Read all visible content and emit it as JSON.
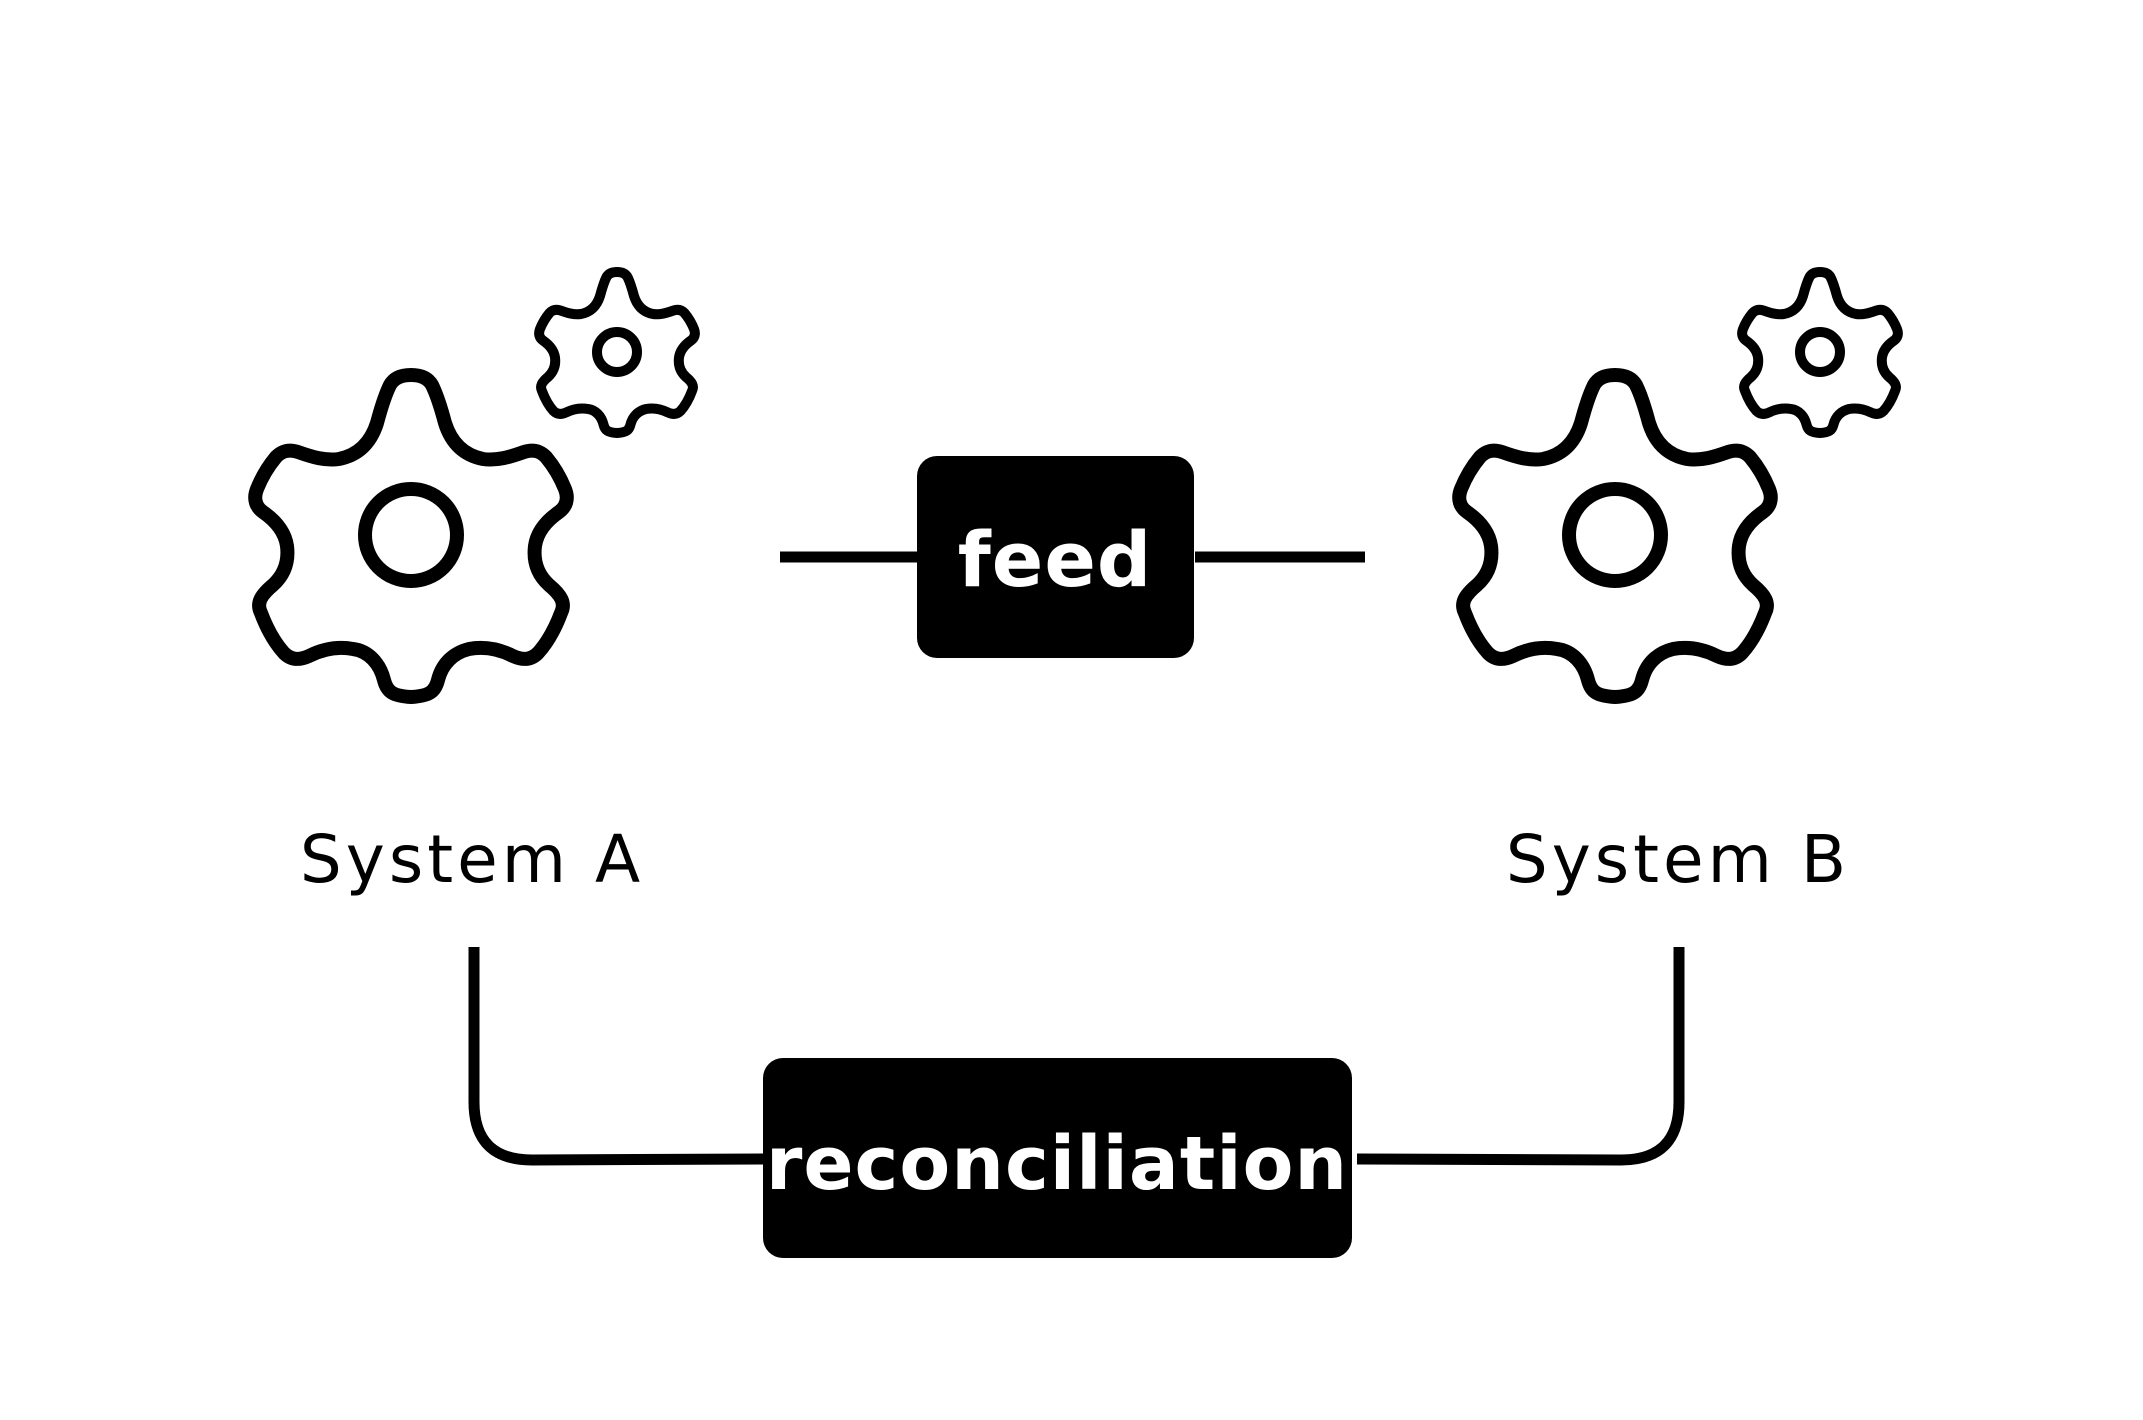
{
  "system_a": {
    "label": "System A",
    "icon": "gears-icon"
  },
  "system_b": {
    "label": "System B",
    "icon": "gears-icon"
  },
  "feed_box": {
    "label": "feed"
  },
  "reconciliation_box": {
    "label": "reconciliation"
  },
  "colors": {
    "ink": "#000000",
    "box_text": "#ffffff",
    "background": "#ffffff"
  }
}
